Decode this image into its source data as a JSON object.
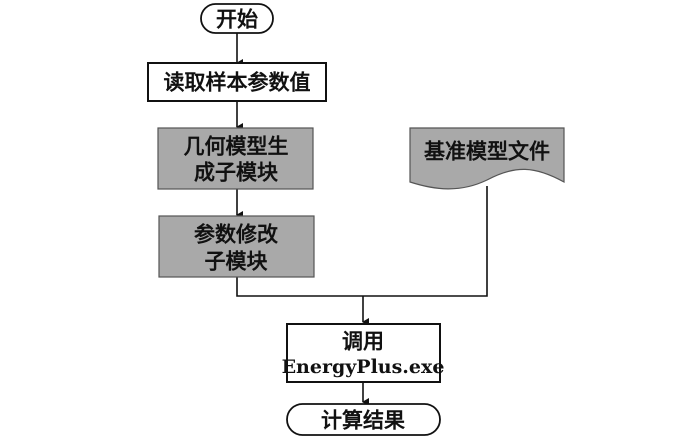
{
  "diagram": {
    "type": "flowchart",
    "nodes": {
      "start": {
        "label": "开始",
        "shape": "terminator"
      },
      "read": {
        "label": "读取样本参数值",
        "shape": "process"
      },
      "geom": {
        "lines": [
          "几何模型生",
          "成子模块"
        ],
        "shape": "process"
      },
      "param": {
        "lines": [
          "参数修改",
          "子模块"
        ],
        "shape": "process"
      },
      "basefile": {
        "label": "基准模型文件",
        "shape": "document"
      },
      "call": {
        "lines": [
          "调用",
          "EnergyPlus.exe"
        ],
        "shape": "process"
      },
      "result": {
        "label": "计算结果",
        "shape": "terminator"
      }
    },
    "edges": [
      {
        "from": "start",
        "to": "read"
      },
      {
        "from": "read",
        "to": "geom"
      },
      {
        "from": "geom",
        "to": "param"
      },
      {
        "from": "param",
        "to": "call"
      },
      {
        "from": "basefile",
        "to": "call"
      },
      {
        "from": "call",
        "to": "result"
      }
    ],
    "colors": {
      "shaded_fill": "#a9a9a9",
      "plain_fill": "#ffffff",
      "stroke": "#111111"
    }
  }
}
